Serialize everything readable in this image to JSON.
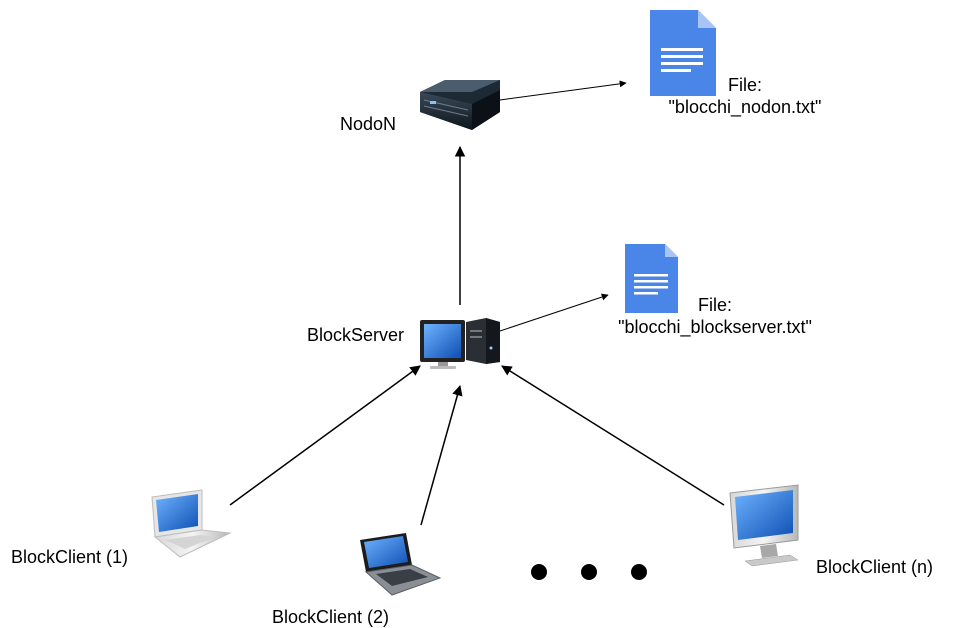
{
  "nodes": {
    "nodo_n": {
      "label": "NodoN",
      "icon": "rack-server-icon"
    },
    "block_server": {
      "label": "BlockServer",
      "icon": "desktop-computer-icon"
    },
    "client_1": {
      "label": "BlockClient (1)",
      "icon": "laptop-white-icon"
    },
    "client_2": {
      "label": "BlockClient (2)",
      "icon": "laptop-dark-icon"
    },
    "client_n": {
      "label": "BlockClient (n)",
      "icon": "monitor-icon"
    }
  },
  "files": {
    "nodon": {
      "prefix": "File:",
      "name": "\"blocchi_nodon.txt\"",
      "icon": "document-icon"
    },
    "blockserver": {
      "prefix": "File:",
      "name": "\"blocchi_blockserver.txt\"",
      "icon": "document-icon"
    }
  },
  "ellipsis": {
    "icon": "ellipsis-dots-icon",
    "count": 3
  },
  "colors": {
    "doc_blue": "#4a86e8",
    "doc_fold": "#a8c4f5",
    "edge": "#000000",
    "screen_blue": "#1a6fd8"
  }
}
